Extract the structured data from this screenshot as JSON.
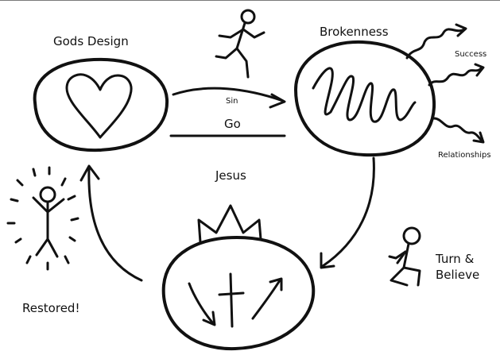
{
  "labels": {
    "gods_design": "Gods Design",
    "brokenness": "Brokenness",
    "sin": "Sin",
    "go": "Go",
    "success": "Success",
    "relationships": "Relationships",
    "jesus": "Jesus",
    "turn_believe_line1": "Turn &",
    "turn_believe_line2": "Believe",
    "restored": "Restored!"
  },
  "colors": {
    "ink": "#111111",
    "background": "#ffffff",
    "top_border": "#7a7a7a"
  },
  "icons": [
    "heart-icon",
    "running-figure-icon",
    "scribble-icon",
    "squiggle-arrow-icon",
    "crown-icon",
    "cross-with-arrows-icon",
    "kneeling-figure-icon",
    "joyful-figure-icon"
  ]
}
